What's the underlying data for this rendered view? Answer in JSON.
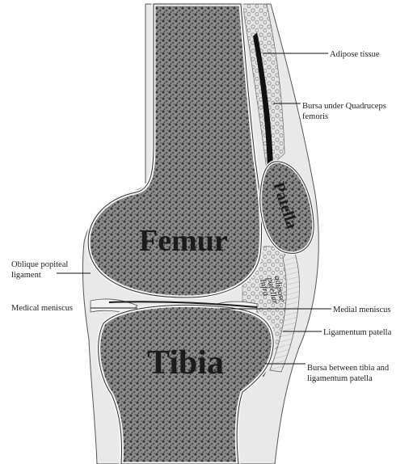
{
  "figure": {
    "bone_labels": {
      "femur": "Femur",
      "tibia": "Tibia",
      "patella": "Patella"
    },
    "pad_label": [
      "Infra",
      "patellar",
      "adipose"
    ],
    "labels": {
      "adipose_tissue": "Adipose tissue",
      "bursa_quadriceps_1": "Bursa under Quadruceps",
      "bursa_quadriceps_2": "femoris",
      "oblique_popliteal_1": "Oblique popiteal",
      "oblique_popliteal_2": "ligament",
      "medical_meniscus": "Medical meniscus",
      "medial_meniscus": "Medial meniscus",
      "ligamentum_patella": "Ligamentum patella",
      "bursa_tibia_1": "Bursa between tibia and",
      "bursa_tibia_2": "ligamentum patella"
    },
    "colors": {
      "bone": "#8a8a8a",
      "cortex": "#f4f4f4",
      "soft_tissue": "#e2e2e2",
      "ink": "#111111"
    }
  }
}
